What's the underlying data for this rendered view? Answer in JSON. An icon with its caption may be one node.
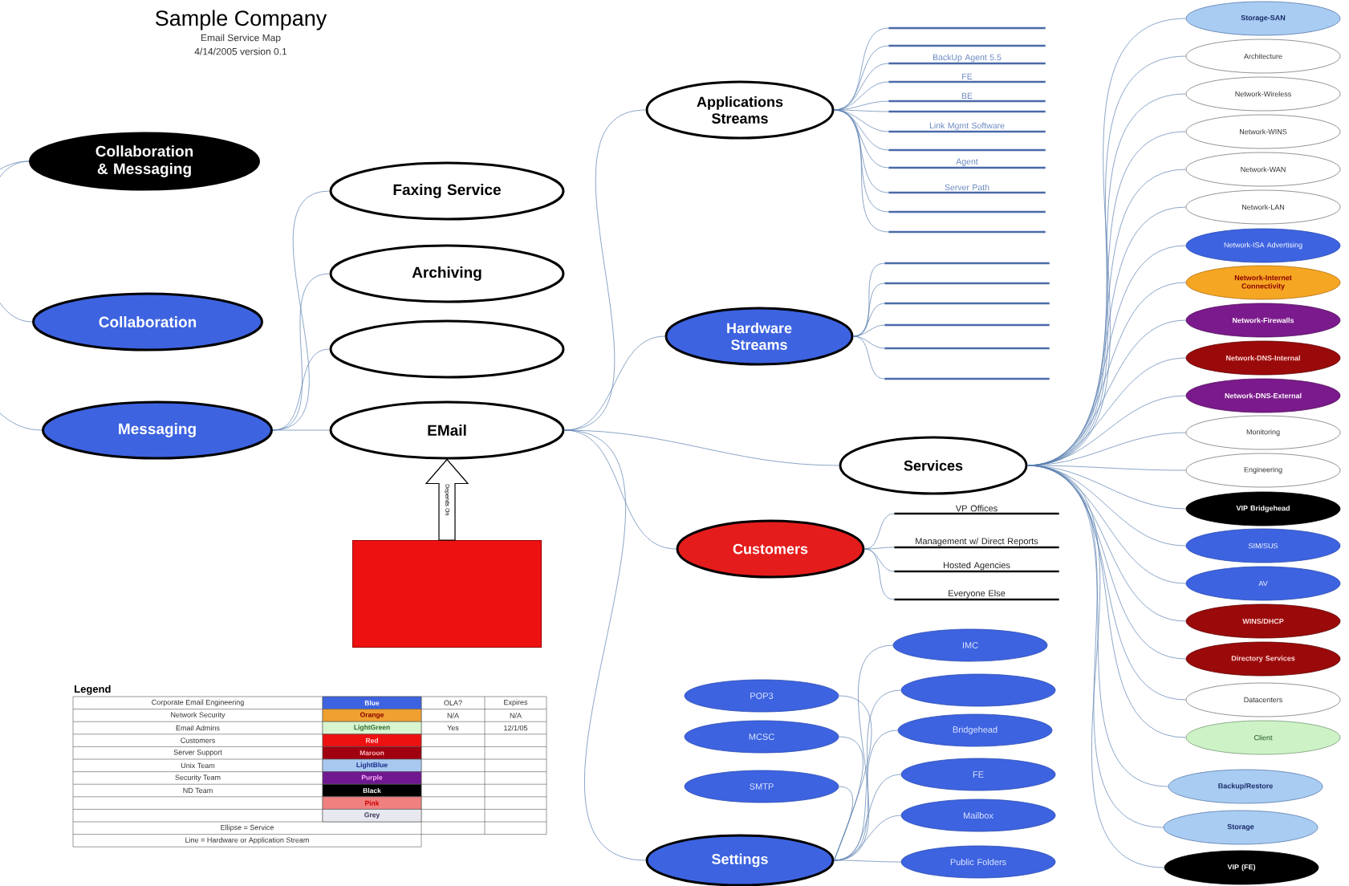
{
  "diagram": {
    "title": "Sample Company",
    "nodes": [
      {
        "text": [
          "Collaboration & Messaging"
        ]
      },
      {
        "text": [
          "Collaboration"
        ]
      },
      {
        "text": [
          "Messaging"
        ]
      },
      {
        "text": [
          "Faxing Service"
        ]
      },
      {
        "text": [
          "Archiving"
        ]
      },
      {
        "text": [],
        "shape": "ellipse"
      },
      {
        "text": [
          "EMail"
        ]
      },
      {
        "text": [],
        "shape": "box"
      },
      {
        "text": [
          "Applications Streams"
        ]
      },
      {
        "text": [
          "Hardware Streams"
        ]
      },
      {
        "text": [
          "Services"
        ]
      },
      {
        "text": [
          "Customers"
        ]
      },
      {
        "text": [
          "Settings"
        ]
      },
      {
        "text": [],
        "shape": "line"
      },
      {
        "text": [],
        "shape": "line"
      },
      {
        "text": [
          "BackUp Agent 5.5"
        ]
      },
      {
        "text": [
          "FE"
        ]
      },
      {
        "text": [
          "BE"
        ]
      },
      {
        "text": [],
        "shape": "line"
      },
      {
        "text": [
          "Link Mgmt Software"
        ]
      },
      {
        "text": [],
        "shape": "line"
      },
      {
        "text": [
          "Agent"
        ]
      },
      {
        "text": [
          "Server Path"
        ]
      },
      {
        "text": [],
        "shape": "line"
      },
      {
        "text": [],
        "shape": "line"
      },
      {
        "text": [],
        "shape": "line"
      },
      {
        "text": [],
        "shape": "line"
      },
      {
        "text": [],
        "shape": "line"
      },
      {
        "text": [],
        "shape": "line"
      },
      {
        "text": [],
        "shape": "line"
      },
      {
        "text": [],
        "shape": "line"
      },
      {
        "text": [
          "VP Offices"
        ]
      },
      {
        "text": [
          "Management w/ Direct Reports"
        ]
      },
      {
        "text": [
          "Hosted Agencies"
        ]
      },
      {
        "text": [
          "Everyone Else"
        ]
      },
      {
        "text": [
          "IMC"
        ]
      },
      {
        "text": [],
        "shape": "ellipse"
      },
      {
        "text": [
          "POP3"
        ]
      },
      {
        "text": [
          "Bridgehead"
        ]
      },
      {
        "text": [
          "MCSC"
        ]
      },
      {
        "text": [
          "FE"
        ]
      },
      {
        "text": [
          "SMTP"
        ]
      },
      {
        "text": [
          "Mailbox"
        ]
      },
      {
        "text": [
          "Public Folders"
        ]
      },
      {
        "text": [
          "Storage-SAN"
        ]
      },
      {
        "text": [
          "Architecture"
        ]
      },
      {
        "text": [
          "Network-Wireless"
        ]
      },
      {
        "text": [
          "Network-WINS"
        ]
      },
      {
        "text": [
          "Network-WAN"
        ]
      },
      {
        "text": [
          "Network-LAN"
        ]
      },
      {
        "text": [
          "Network-ISA Advertising"
        ]
      },
      {
        "text": [
          "Network-Internet Connectivity"
        ]
      },
      {
        "text": [
          "Network-Firewalls"
        ]
      },
      {
        "text": [
          "Network-DNS-Internal"
        ]
      },
      {
        "text": [
          "Network-DNS-External"
        ]
      },
      {
        "text": [
          "Monitoring"
        ]
      },
      {
        "text": [
          "Engineering"
        ]
      },
      {
        "text": [
          "VIP Bridgehead"
        ]
      },
      {
        "text": [
          "SIM/SUS"
        ]
      },
      {
        "text": [
          "AV"
        ]
      },
      {
        "text": [
          "WINS/DHCP"
        ]
      },
      {
        "text": [
          "Directory Services"
        ]
      },
      {
        "text": [
          "Datacenters"
        ]
      },
      {
        "text": [
          "Client"
        ]
      },
      {
        "text": [
          "Backup/Restore"
        ]
      },
      {
        "text": [
          "Storage"
        ]
      },
      {
        "text": [
          "VIP (FE)"
        ]
      }
    ],
    "edges": [
      {
        "from": 0,
        "to": 1,
        "arrow": "none"
      },
      {
        "from": 0,
        "to": 2,
        "arrow": "none"
      },
      {
        "from": 2,
        "to": 3,
        "arrow": "none"
      },
      {
        "from": 2,
        "to": 4,
        "arrow": "none"
      },
      {
        "from": 2,
        "to": 5,
        "arrow": "none"
      },
      {
        "from": 2,
        "to": 6,
        "arrow": "none"
      },
      {
        "from": 7,
        "to": 6,
        "arrow": "to",
        "label": "Depends On",
        "style": "thick"
      },
      {
        "from": 6,
        "to": 8,
        "arrow": "none"
      },
      {
        "from": 6,
        "to": 9,
        "arrow": "none"
      },
      {
        "from": 6,
        "to": 10,
        "arrow": "none"
      },
      {
        "from": 6,
        "to": 11,
        "arrow": "none"
      },
      {
        "from": 6,
        "to": 12,
        "arrow": "none"
      },
      {
        "from": 8,
        "to": 13,
        "arrow": "none"
      },
      {
        "from": 8,
        "to": 14,
        "arrow": "none"
      },
      {
        "from": 8,
        "to": 15,
        "arrow": "none"
      },
      {
        "from": 8,
        "to": 16,
        "arrow": "none"
      },
      {
        "from": 8,
        "to": 17,
        "arrow": "none"
      },
      {
        "from": 8,
        "to": 18,
        "arrow": "none"
      },
      {
        "from": 8,
        "to": 19,
        "arrow": "none"
      },
      {
        "from": 8,
        "to": 20,
        "arrow": "none"
      },
      {
        "from": 8,
        "to": 21,
        "arrow": "none"
      },
      {
        "from": 8,
        "to": 22,
        "arrow": "none"
      },
      {
        "from": 8,
        "to": 23,
        "arrow": "none"
      },
      {
        "from": 8,
        "to": 24,
        "arrow": "none"
      },
      {
        "from": 9,
        "to": 25,
        "arrow": "none"
      },
      {
        "from": 9,
        "to": 26,
        "arrow": "none"
      },
      {
        "from": 9,
        "to": 27,
        "arrow": "none"
      },
      {
        "from": 9,
        "to": 28,
        "arrow": "none"
      },
      {
        "from": 9,
        "to": 29,
        "arrow": "none"
      },
      {
        "from": 9,
        "to": 30,
        "arrow": "none"
      },
      {
        "from": 11,
        "to": 31,
        "arrow": "none"
      },
      {
        "from": 11,
        "to": 32,
        "arrow": "none"
      },
      {
        "from": 11,
        "to": 33,
        "arrow": "none"
      },
      {
        "from": 11,
        "to": 34,
        "arrow": "none"
      },
      {
        "from": 12,
        "to": 35,
        "arrow": "none"
      },
      {
        "from": 12,
        "to": 36,
        "arrow": "none"
      },
      {
        "from": 12,
        "to": 37,
        "arrow": "none"
      },
      {
        "from": 12,
        "to": 38,
        "arrow": "none"
      },
      {
        "from": 12,
        "to": 39,
        "arrow": "none"
      },
      {
        "from": 12,
        "to": 40,
        "arrow": "none"
      },
      {
        "from": 12,
        "to": 41,
        "arrow": "none"
      },
      {
        "from": 12,
        "to": 42,
        "arrow": "none"
      },
      {
        "from": 12,
        "to": 43,
        "arrow": "none"
      },
      {
        "from": 10,
        "to": 44,
        "arrow": "none"
      },
      {
        "from": 10,
        "to": 45,
        "arrow": "none"
      },
      {
        "from": 10,
        "to": 46,
        "arrow": "none"
      },
      {
        "from": 10,
        "to": 47,
        "arrow": "none"
      },
      {
        "from": 10,
        "to": 48,
        "arrow": "none"
      },
      {
        "from": 10,
        "to": 49,
        "arrow": "none"
      },
      {
        "from": 10,
        "to": 50,
        "arrow": "none"
      },
      {
        "from": 10,
        "to": 51,
        "arrow": "none"
      },
      {
        "from": 10,
        "to": 52,
        "arrow": "none"
      },
      {
        "from": 10,
        "to": 53,
        "arrow": "none"
      },
      {
        "from": 10,
        "to": 54,
        "arrow": "none"
      },
      {
        "from": 10,
        "to": 55,
        "arrow": "none"
      },
      {
        "from": 10,
        "to": 56,
        "arrow": "none"
      },
      {
        "from": 10,
        "to": 57,
        "arrow": "none"
      },
      {
        "from": 10,
        "to": 58,
        "arrow": "none"
      },
      {
        "from": 10,
        "to": 59,
        "arrow": "none"
      },
      {
        "from": 10,
        "to": 60,
        "arrow": "none"
      },
      {
        "from": 10,
        "to": 61,
        "arrow": "none"
      },
      {
        "from": 10,
        "to": 62,
        "arrow": "none"
      },
      {
        "from": 10,
        "to": 63,
        "arrow": "none"
      },
      {
        "from": 10,
        "to": 64,
        "arrow": "none"
      },
      {
        "from": 10,
        "to": 65,
        "arrow": "none"
      },
      {
        "from": 10,
        "to": 66,
        "arrow": "none"
      }
    ],
    "labels": [
      "Email Service Map",
      "4/14/2005 version 0.1",
      "Legend",
      "Corporate Email Engineering",
      "OLA?",
      "Expires",
      "Network Security",
      "N/A",
      "N/A",
      "Email Admins",
      "Yes",
      "12/1/05",
      "Customers",
      "Server Support",
      "Unix Team",
      "Security Team",
      "ND Team",
      "Ellipse = Service",
      "Line = Hardware or Application Stream"
    ],
    "legend": [
      {
        "text": "Blue",
        "color": "#3d63e0"
      },
      {
        "text": "Orange",
        "color": "#f0a030"
      },
      {
        "text": "LightGreen",
        "color": "#d8f5d0"
      },
      {
        "text": "Red",
        "color": "#ee1111"
      },
      {
        "text": "Maroon",
        "color": "#a00010"
      },
      {
        "text": "LightBlue",
        "color": "#a8c8f0"
      },
      {
        "text": "Purple",
        "color": "#701890"
      },
      {
        "text": "Black",
        "color": "#000000"
      },
      {
        "text": "Pink",
        "color": "#f08080"
      },
      {
        "text": "Grey",
        "color": "#e8e8f0"
      }
    ]
  }
}
